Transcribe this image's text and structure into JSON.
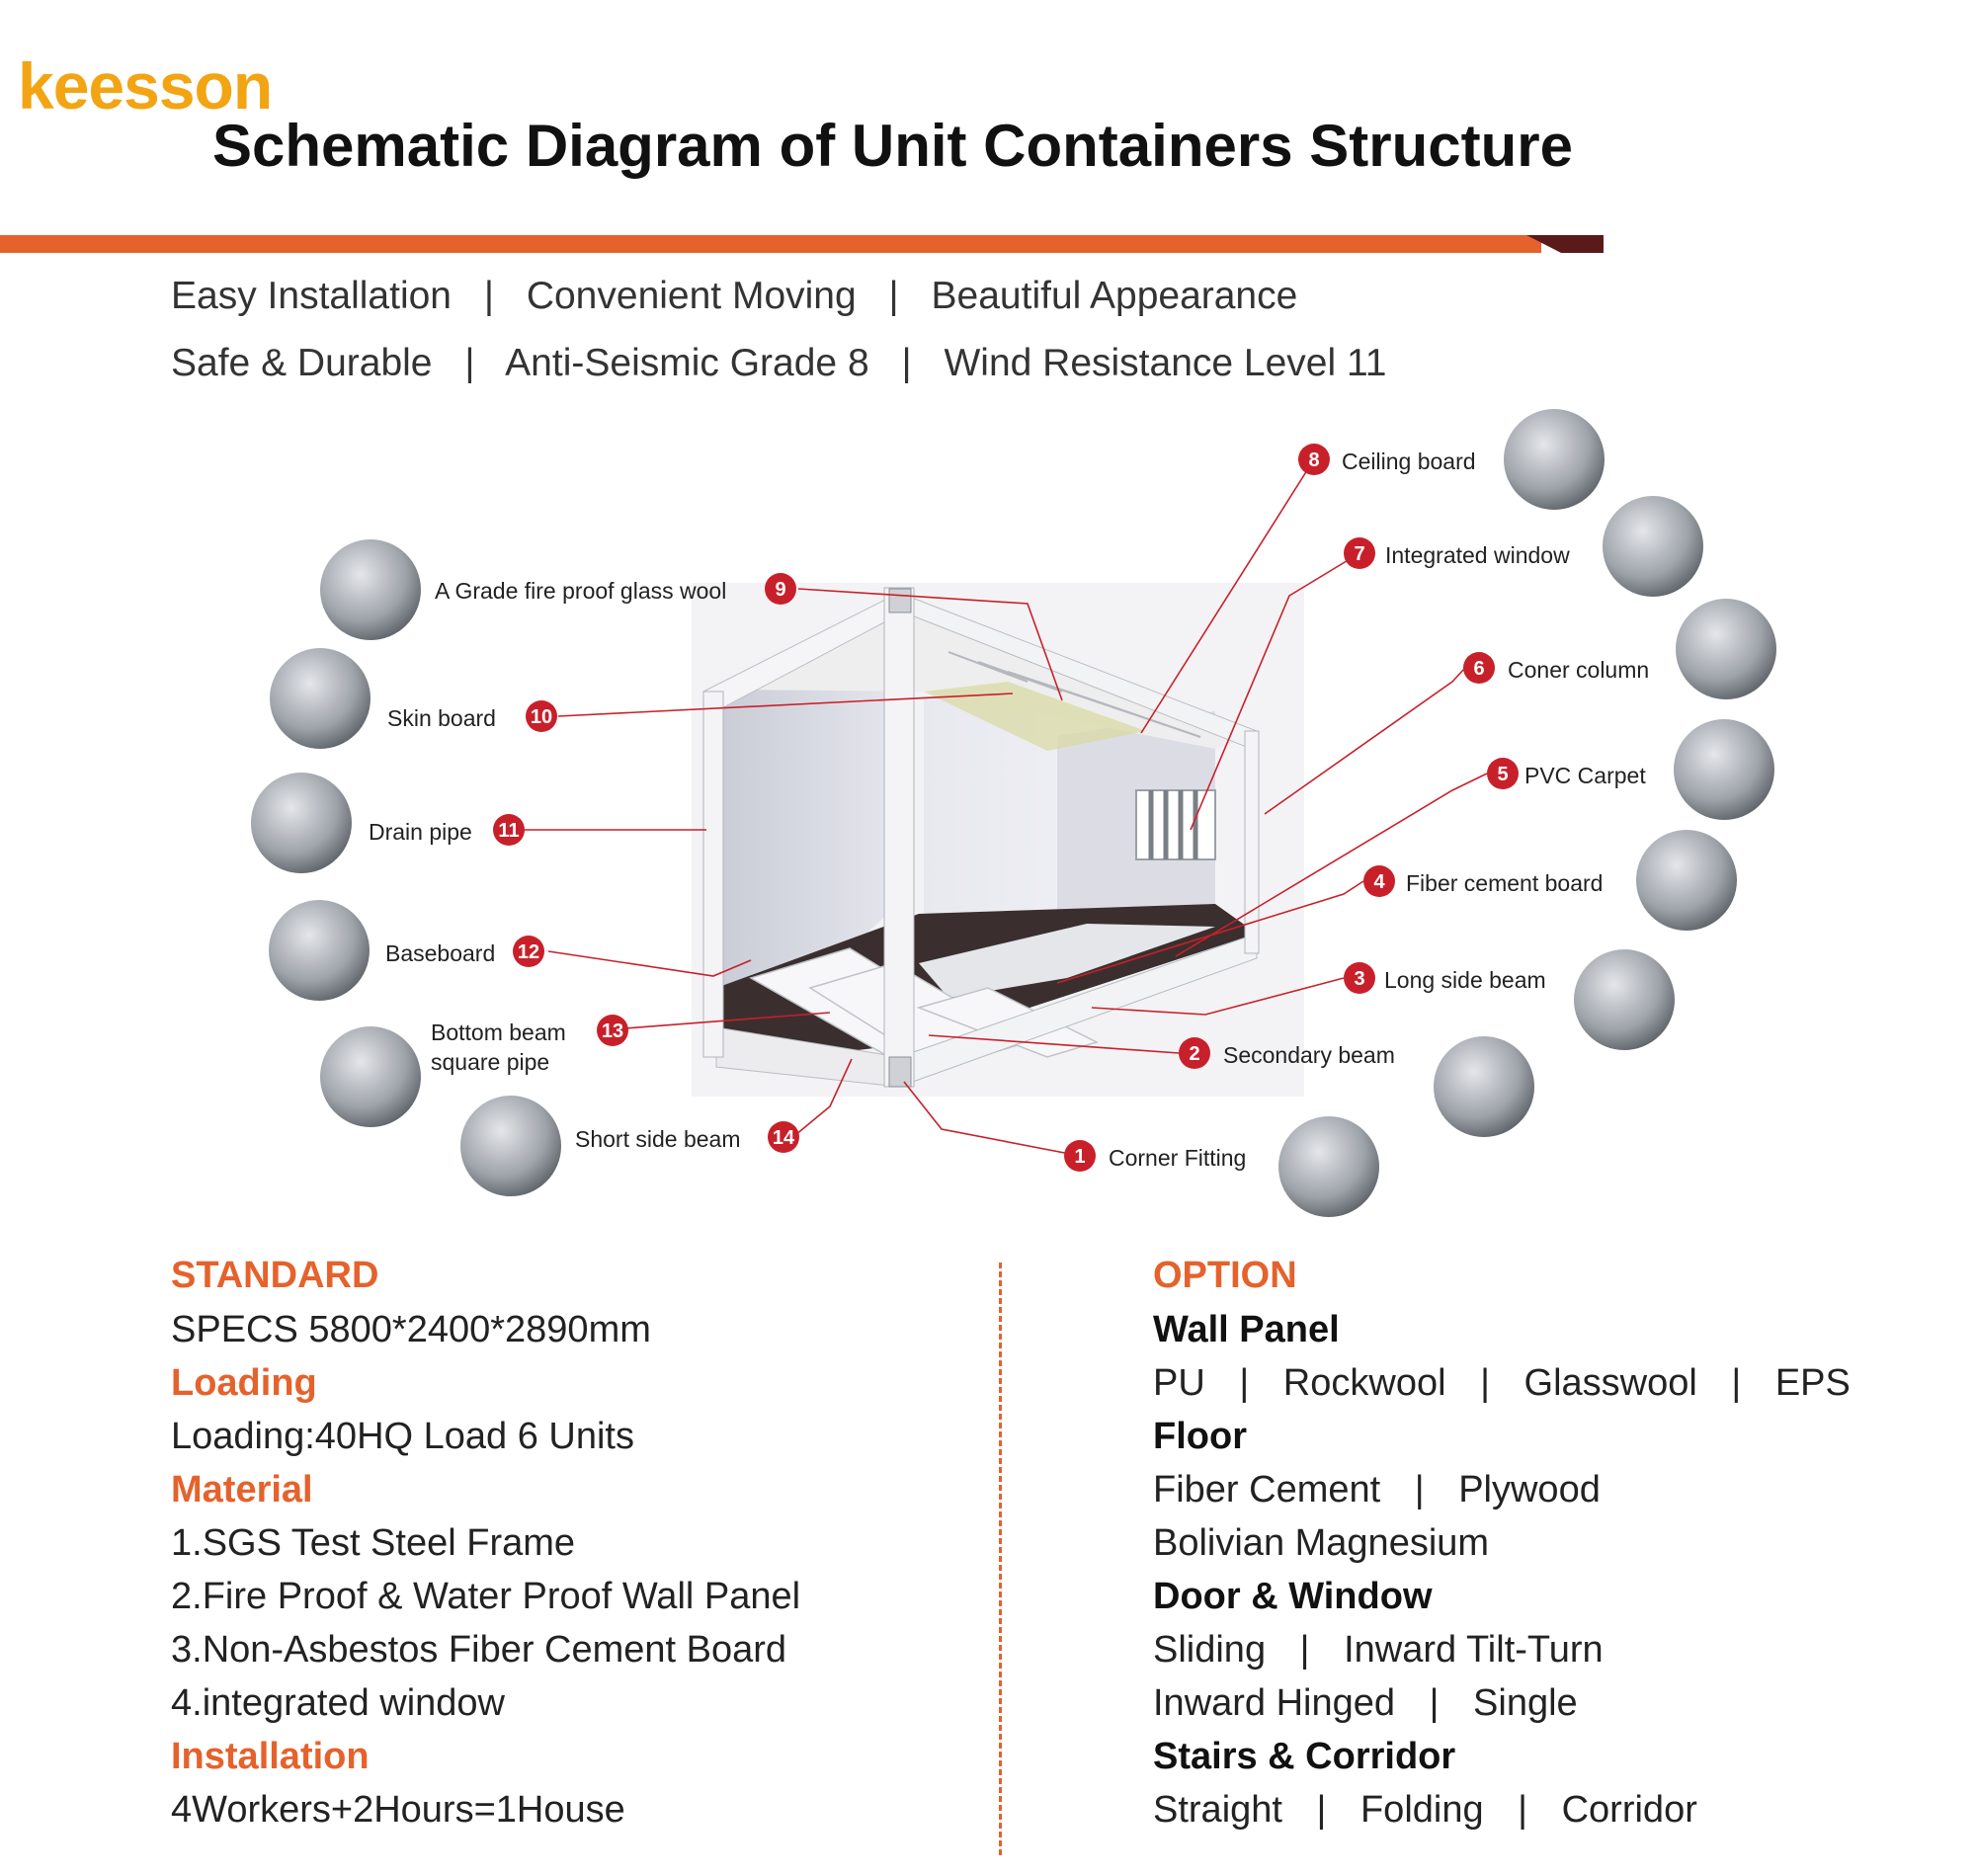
{
  "brand": "keesson",
  "title": "Schematic Diagram of Unit Containers Structure",
  "colors": {
    "accent": "#e5622c",
    "logo": "#f2a413",
    "marker": "#c8202a",
    "band_tip": "#5a1a1a"
  },
  "features": {
    "row1": [
      "Easy Installation",
      "|",
      "Convenient Moving",
      "|",
      "Beautiful Appearance"
    ],
    "row2": [
      "Safe & Durable",
      "|",
      "Anti-Seismic Grade 8",
      "|",
      "Wind Resistance Level 11"
    ]
  },
  "parts": [
    {
      "num": "1",
      "label": "Corner Fitting"
    },
    {
      "num": "2",
      "label": "Secondary beam"
    },
    {
      "num": "3",
      "label": "Long side beam"
    },
    {
      "num": "4",
      "label": "Fiber cement board"
    },
    {
      "num": "5",
      "label": "PVC Carpet"
    },
    {
      "num": "6",
      "label": "Coner column"
    },
    {
      "num": "7",
      "label": "Integrated window"
    },
    {
      "num": "8",
      "label": "Ceiling board"
    },
    {
      "num": "9",
      "label": "A Grade fire proof glass wool"
    },
    {
      "num": "10",
      "label": "Skin board"
    },
    {
      "num": "11",
      "label": "Drain pipe"
    },
    {
      "num": "12",
      "label": "Baseboard"
    },
    {
      "num": "13",
      "label": "Bottom beam",
      "label2": "square pipe"
    },
    {
      "num": "14",
      "label": "Short side beam"
    }
  ],
  "standard": {
    "heading": "STANDARD",
    "specs": "SPECS 5800*2400*2890mm",
    "loading_heading": "Loading",
    "loading": "Loading:40HQ Load 6 Units",
    "material_heading": "Material",
    "materials": [
      "1.SGS Test Steel Frame",
      "2.Fire Proof & Water Proof Wall Panel",
      "3.Non-Asbestos Fiber Cement Board",
      "4.integrated window"
    ],
    "installation_heading": "Installation",
    "installation": "4Workers+2Hours=1House"
  },
  "option": {
    "heading": "OPTION",
    "wall_heading": "Wall Panel",
    "wall": [
      "PU",
      "|",
      "Rockwool",
      "|",
      "Glasswool",
      "|",
      "EPS"
    ],
    "floor_heading": "Floor",
    "floor1": [
      "Fiber Cement",
      "|",
      "Plywood"
    ],
    "floor2": "Bolivian Magnesium",
    "door_heading": "Door & Window",
    "door1": [
      "Sliding",
      "|",
      "Inward Tilt-Turn"
    ],
    "door2": [
      "Inward Hinged",
      "|",
      "Single"
    ],
    "stairs_heading": "Stairs & Corridor",
    "stairs": [
      "Straight",
      "|",
      "Folding",
      "|",
      "Corridor"
    ]
  }
}
